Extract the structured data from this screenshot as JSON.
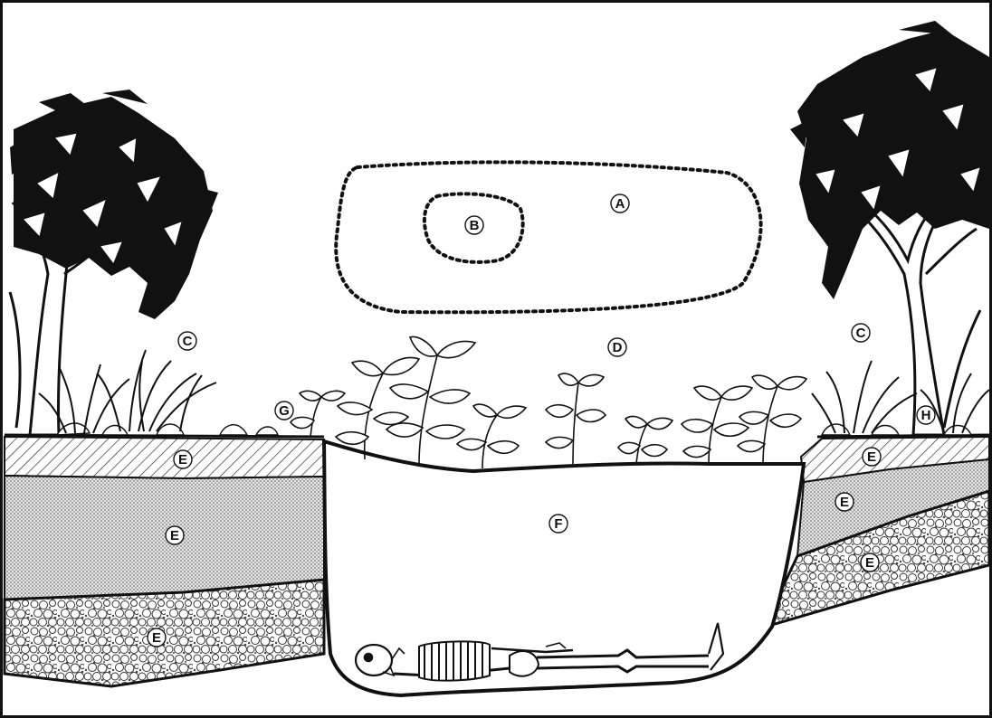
{
  "labels": {
    "a": "A",
    "b": "B",
    "c_left": "C",
    "c_right": "C",
    "d": "D",
    "e1": "E",
    "e2": "E",
    "e3": "E",
    "e4": "E",
    "e5": "E",
    "e6": "E",
    "f": "F",
    "g": "G",
    "h": "H"
  }
}
